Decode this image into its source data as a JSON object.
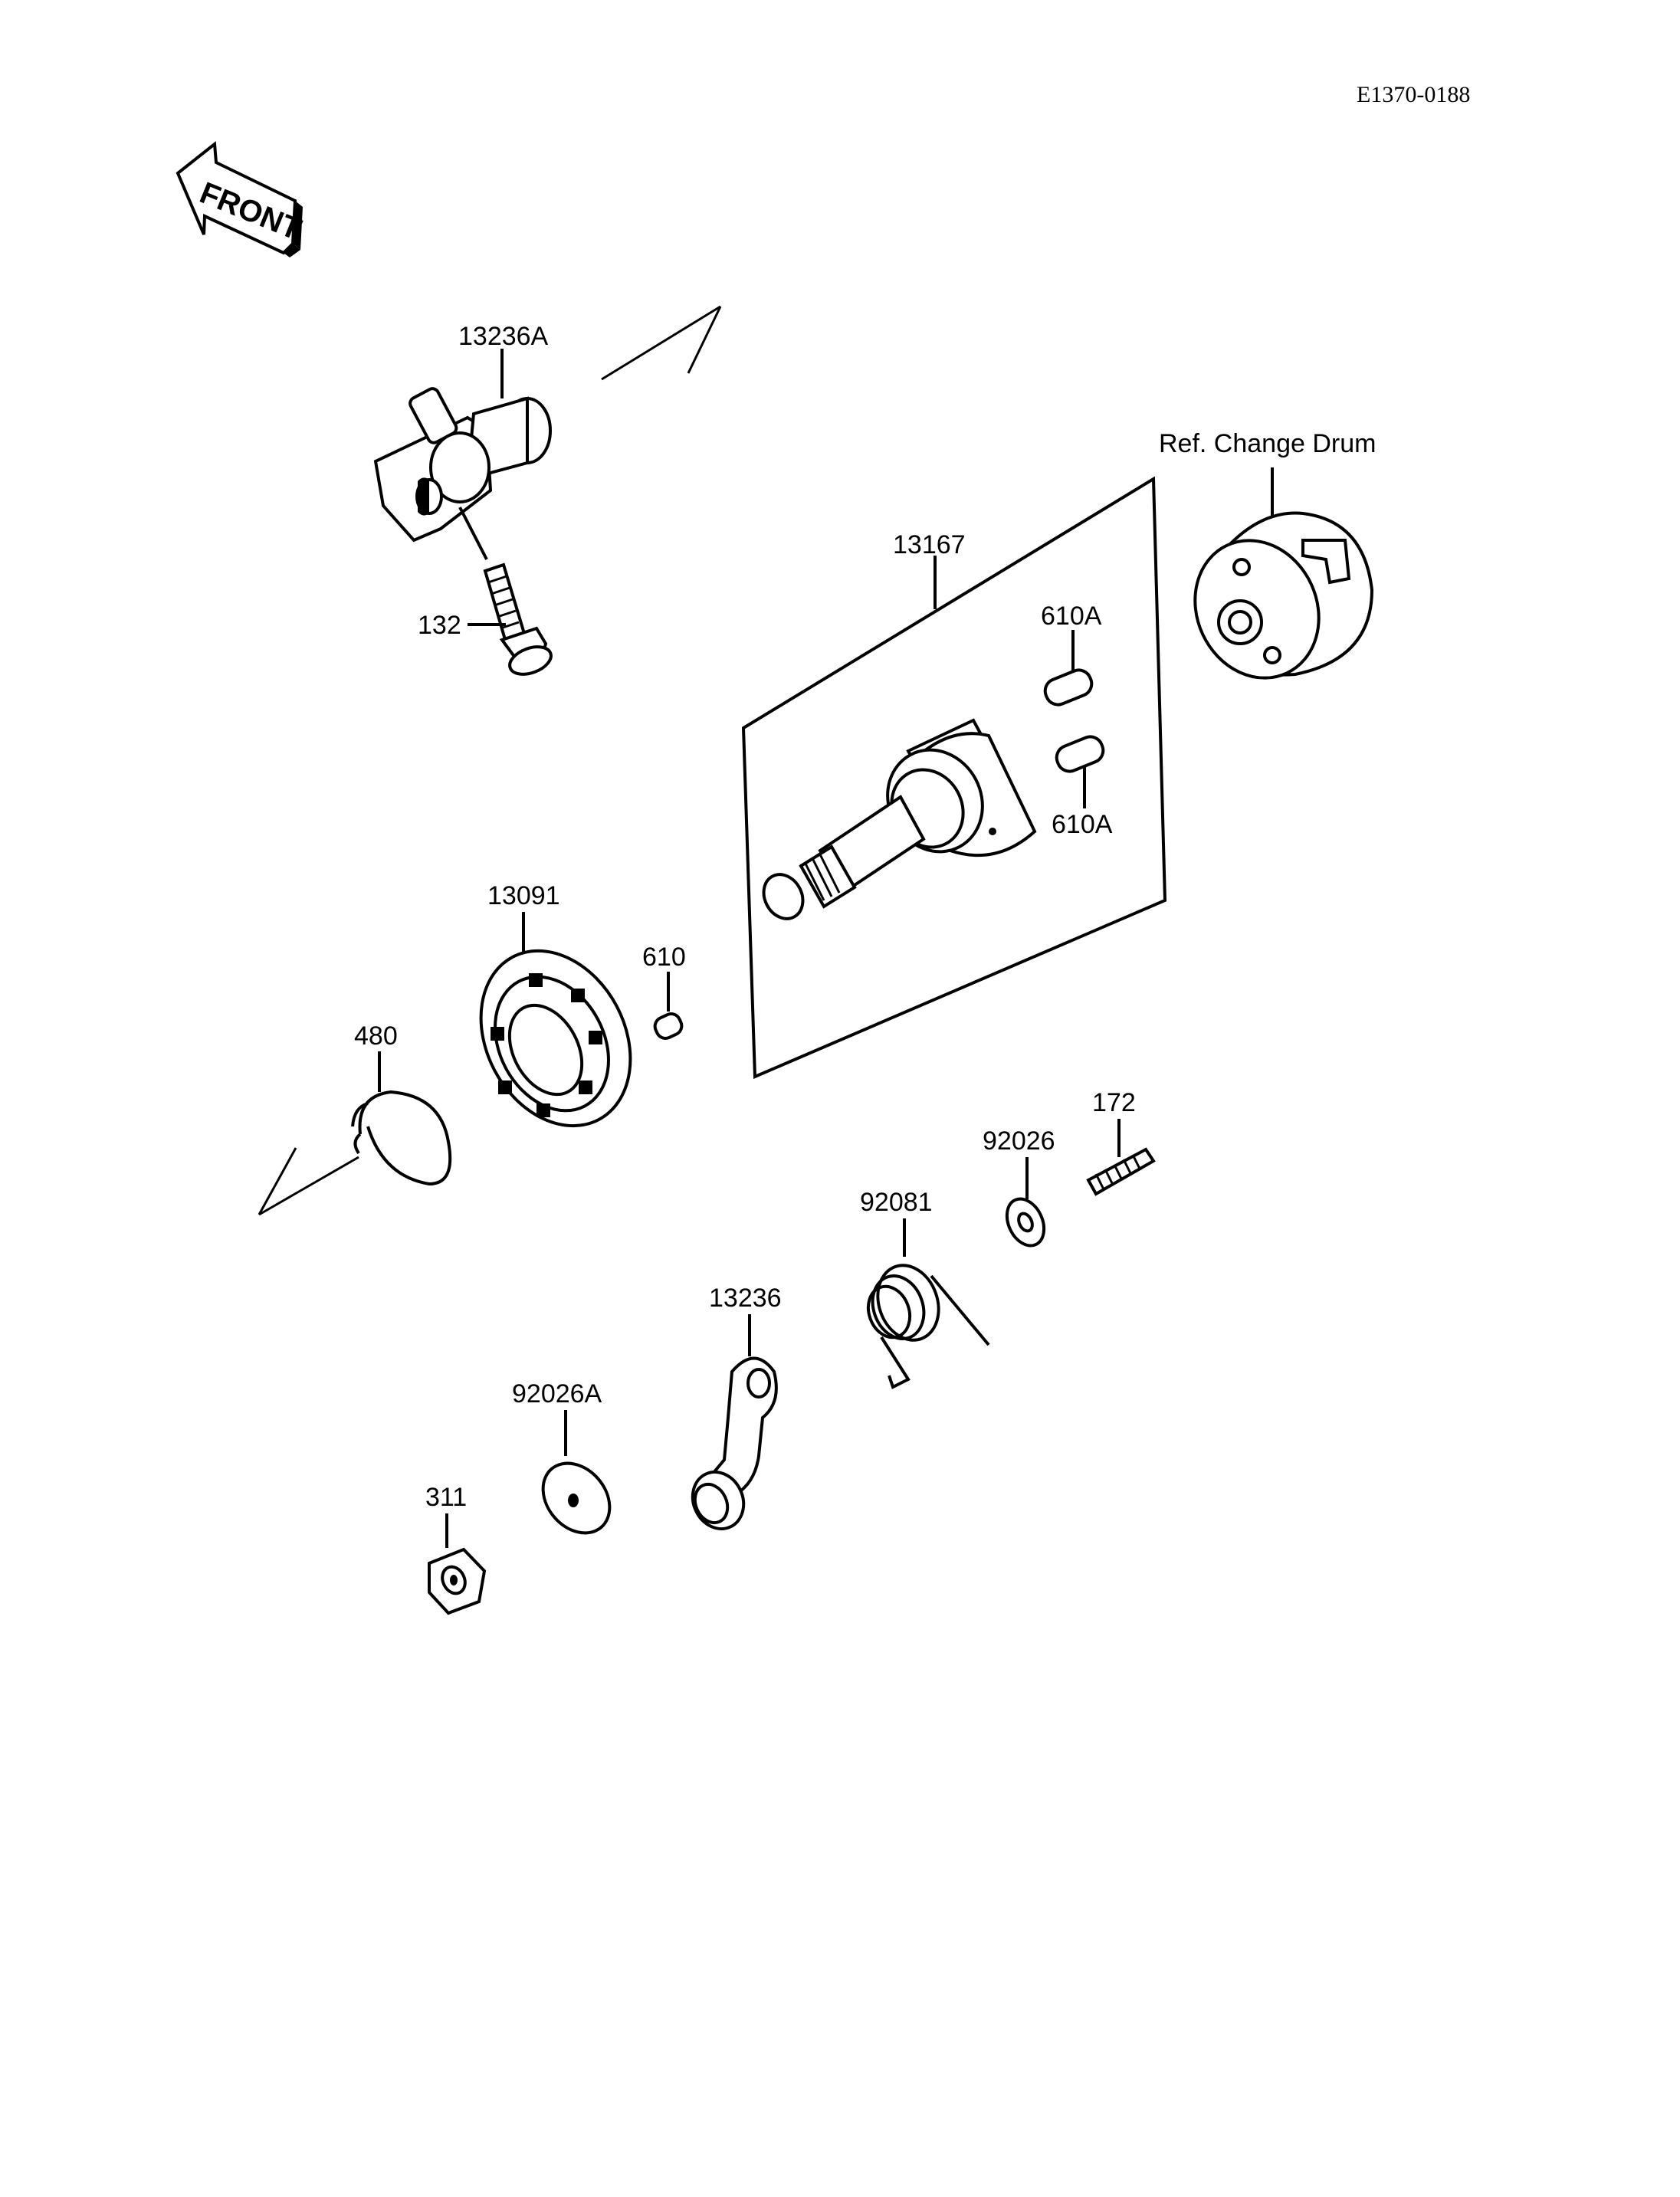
{
  "header": {
    "diagram_code": "E1370-0188"
  },
  "front_arrow": {
    "text": "FRONT"
  },
  "parts": {
    "p13236A": "13236A",
    "p132": "132",
    "p13167": "13167",
    "p610A_top": "610A",
    "p610A_bottom": "610A",
    "ref_change_drum": "Ref. Change Drum",
    "p13091": "13091",
    "p610": "610",
    "p480": "480",
    "p172": "172",
    "p92026": "92026",
    "p92081": "92081",
    "p13236": "13236",
    "p92026A": "92026A",
    "p311": "311"
  }
}
